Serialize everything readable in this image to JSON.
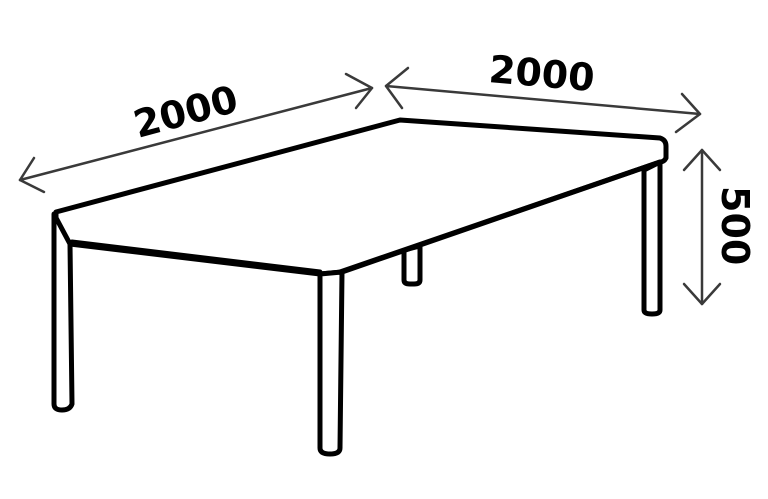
{
  "dimensions": {
    "left_width": "2000",
    "right_depth": "2000",
    "height": "500"
  },
  "colors": {
    "outline": "#000000",
    "dimension_line": "#3a3a3a",
    "background": "#ffffff"
  }
}
